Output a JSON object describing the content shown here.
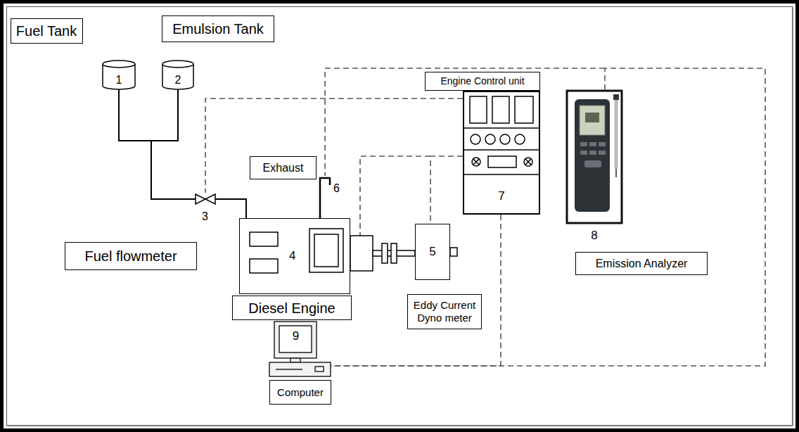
{
  "diagram": {
    "nodes": [
      {
        "text": [
          "Fuel Tank"
        ]
      },
      {
        "text": [
          "Emulsion Tank"
        ]
      },
      {
        "text": [
          "1"
        ]
      },
      {
        "text": [
          "2"
        ]
      },
      {
        "text": [
          "Engine Control unit"
        ]
      },
      {
        "text": [
          "7"
        ]
      },
      {
        "text": [
          "8"
        ]
      },
      {
        "text": [
          "Exhaust"
        ]
      },
      {
        "text": [
          "Fuel flowmeter"
        ]
      },
      {
        "text": [
          "4"
        ]
      },
      {
        "text": [
          "5"
        ]
      },
      {
        "text": [
          "Emission Analyzer"
        ]
      },
      {
        "text": [
          "Diesel Engine"
        ]
      },
      {
        "text": [
          "Eddy Current Dyno meter"
        ]
      },
      {
        "text": [
          "9"
        ]
      },
      {
        "text": [
          "Computer"
        ]
      }
    ],
    "edges": [
      {
        "from": 2,
        "to": 9,
        "arrow": "none"
      },
      {
        "from": 3,
        "to": 9,
        "arrow": "none"
      },
      {
        "from": 5,
        "to": 10,
        "arrow": "none"
      },
      {
        "from": 5,
        "to": 14,
        "arrow": "none"
      },
      {
        "from": 6,
        "to": 14,
        "arrow": "none"
      }
    ],
    "labels": [
      "3",
      "6"
    ]
  }
}
